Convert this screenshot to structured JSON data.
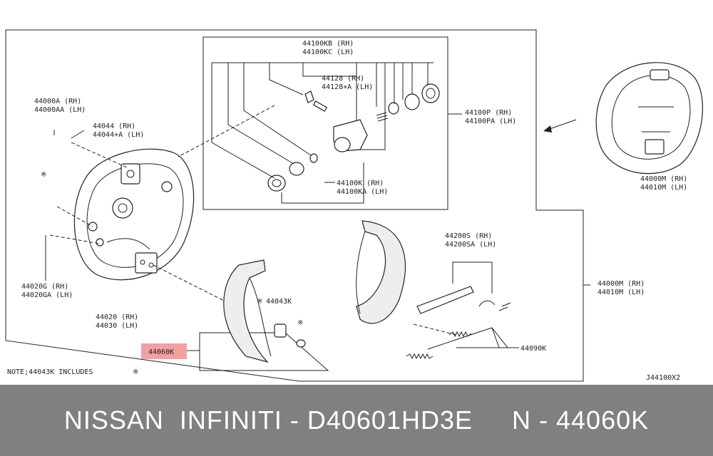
{
  "labels": {
    "wheel_cyl_assy": [
      "44100KB (RH)",
      "44100KC (LH)"
    ],
    "bleeder": [
      "44128   (RH)",
      "44128+A (LH)"
    ],
    "wheel_cyl": [
      "44100P  (RH)",
      "44100PA (LH)"
    ],
    "piston_kit": [
      "44100K   (RH)",
      "44100KA (LH)"
    ],
    "backing_assy_right": [
      "44000M (RH)",
      "44010M (LH)"
    ],
    "backing_assy": [
      "44000M (RH)",
      "44010M (LH)"
    ],
    "adjuster": [
      "44200S (RH)",
      "44200SA (LH)"
    ],
    "spring_kit": "44090K",
    "plate_a": [
      "44000A  (RH)",
      "44000AA (LH)"
    ],
    "plug": [
      "44044   (RH)",
      "44044+A (LH)"
    ],
    "cap": [
      "44020G  (RH)",
      "44020GA (LH)"
    ],
    "plate": [
      "44020 (RH)",
      "44030 (LH)"
    ],
    "hold_down": "44043K",
    "shoe_set": "44060K",
    "note": "NOTE;44043K INCLUDES",
    "asterisk": "※",
    "diagram_code": "J44100X2"
  },
  "footer": {
    "text": "NISSAN  INFINITI - D40601HD3E     N - 44060K"
  },
  "colors": {
    "highlight_fill": "#f4a0a0",
    "footer_bg": "#808080"
  }
}
